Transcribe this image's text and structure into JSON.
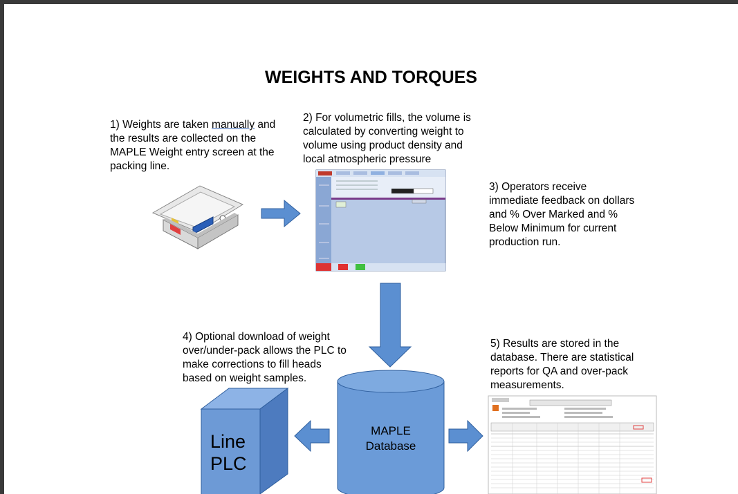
{
  "title": "WEIGHTS AND TORQUES",
  "steps": {
    "s1": {
      "pre": "1) Weights are taken ",
      "emph": "manually",
      "post": "and the results are collected on the MAPLE Weight entry screen at the packing line."
    },
    "s2": "2) For volumetric fills, the volume is calculated by converting weight to volume using product density and local atmospheric pressure",
    "s3": "3) Operators receive immediate feedback on dollars and % Over Marked and % Below Minimum for current production run.",
    "s4": "4) Optional download of weight over/under-pack allows the PLC to make corrections to fill heads based on weight samples.",
    "s5": "5) Results are stored in the database.  There are statistical reports for QA and over-pack measurements."
  },
  "database": {
    "line1": "MAPLE",
    "line2": "Database"
  },
  "plc": {
    "line1": "Line",
    "line2": "PLC"
  },
  "colors": {
    "arrow_fill": "#5b8fd1",
    "arrow_stroke": "#2f5f9e",
    "cylinder_fill": "#6b9bd8",
    "cube_front": "#6d9ad6",
    "cube_side": "#4d7bbf",
    "cube_top": "#8db3e6",
    "screen_bg": "#b7c9e6",
    "screen_sidebar": "#8aa7d4"
  },
  "icons": {
    "scale": "weighing-scale-icon",
    "screen": "weight-entry-screen-thumbnail",
    "report": "statistical-report-thumbnail"
  }
}
